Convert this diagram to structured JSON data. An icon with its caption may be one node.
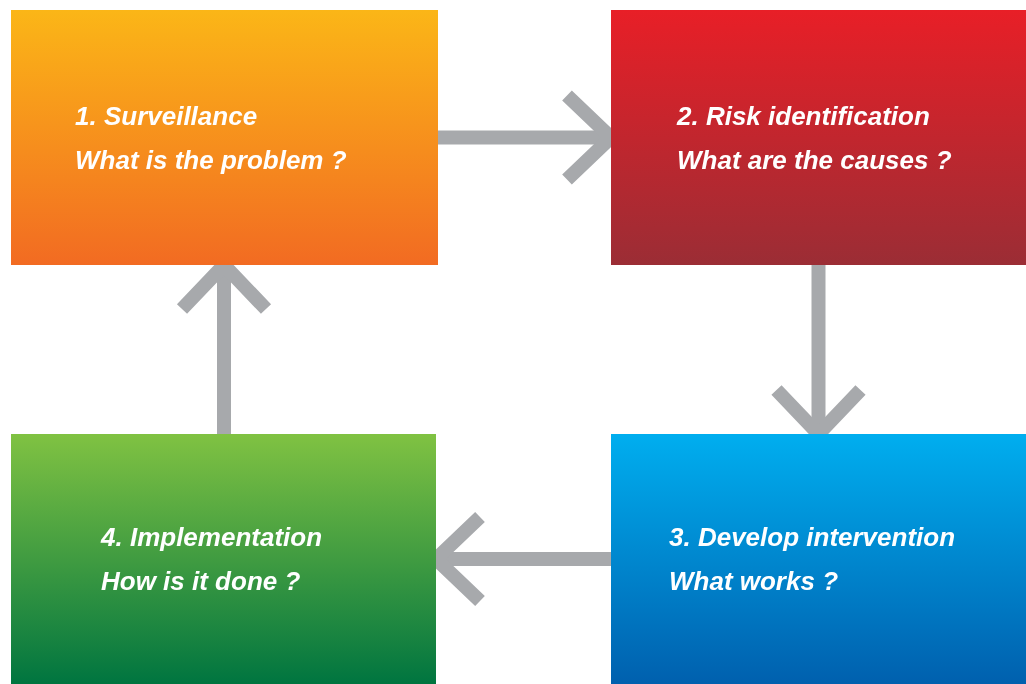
{
  "diagram": {
    "nodes": [
      {
        "text": [
          "1. Surveillance",
          "What is the problem ?"
        ]
      },
      {
        "text": [
          "2. Risk identification",
          "What are the causes ?"
        ]
      },
      {
        "text": [
          "3. Develop intervention",
          "What works ?"
        ]
      },
      {
        "text": [
          "4. Implementation",
          "How is it done ?"
        ]
      }
    ],
    "edges": [
      {
        "from": 0,
        "to": 1,
        "arrow": "to"
      },
      {
        "from": 1,
        "to": 2,
        "arrow": "to"
      },
      {
        "from": 2,
        "to": 3,
        "arrow": "to"
      },
      {
        "from": 3,
        "to": 0,
        "arrow": "to"
      }
    ]
  }
}
